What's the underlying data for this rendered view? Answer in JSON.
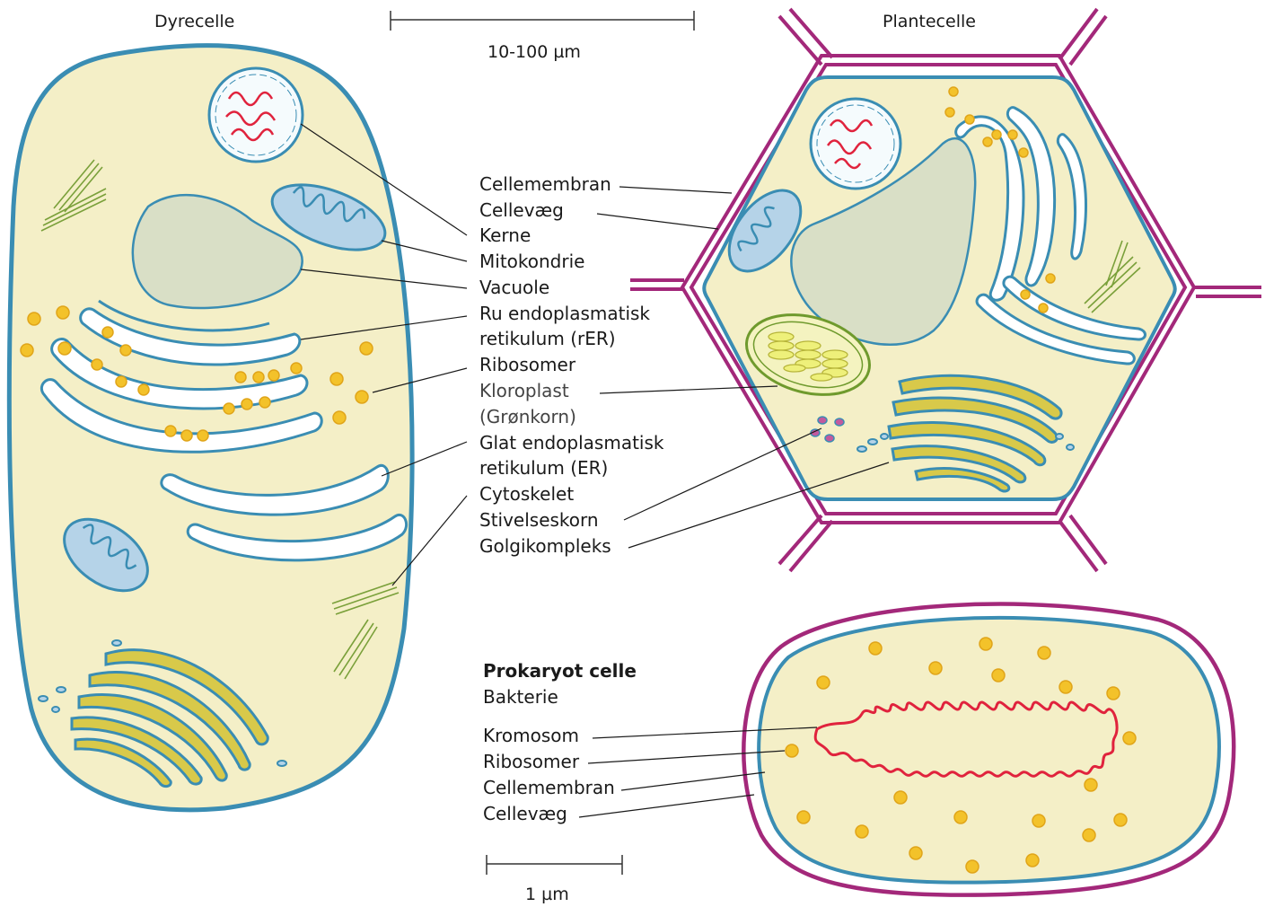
{
  "titles": {
    "animal": "Dyrecelle",
    "plant": "Plantecelle"
  },
  "scalebars": {
    "eukaryote": "10-100 µm",
    "prokaryote": "1 µm"
  },
  "labels": {
    "cellemembran": "Cellemembran",
    "cellevaeg": "Cellevæg",
    "kerne": "Kerne",
    "mitokondrie": "Mitokondrie",
    "vacuole": "Vacuole",
    "rer_line1": "Ru endoplasmatisk",
    "rer_line2": "retikulum (rER)",
    "ribosomer": "Ribosomer",
    "kloroplast_line1": "Kloroplast",
    "kloroplast_line2": "(Grønkorn)",
    "ser_line1": "Glat endoplasmatisk",
    "ser_line2": "retikulum (ER)",
    "cytoskelet": "Cytoskelet",
    "stivelseskorn": "Stivelseskorn",
    "golgikompleks": "Golgikompleks"
  },
  "prokaryote": {
    "heading": "Prokaryot celle",
    "subheading": "Bakterie",
    "kromosom": "Kromosom",
    "ribosomer": "Ribosomer",
    "cellemembran": "Cellemembran",
    "cellevaeg": "Cellevæg"
  },
  "colors": {
    "cytoplasm": "#f4efc7",
    "membrane": "#3a8db3",
    "cell_wall": "#a3287a",
    "nucleus_fill": "#d9dfc6",
    "mito_fill": "#b5d3e8",
    "er_fill": "#ffffff",
    "golgi_fill": "#d8c94a",
    "ribosome": "#f3c22a",
    "dna": "#e0233d",
    "chloroplast_outline": "#6f9a2d",
    "chloroplast_fill": "#eef07a",
    "cytoskeleton": "#7aa03a"
  }
}
